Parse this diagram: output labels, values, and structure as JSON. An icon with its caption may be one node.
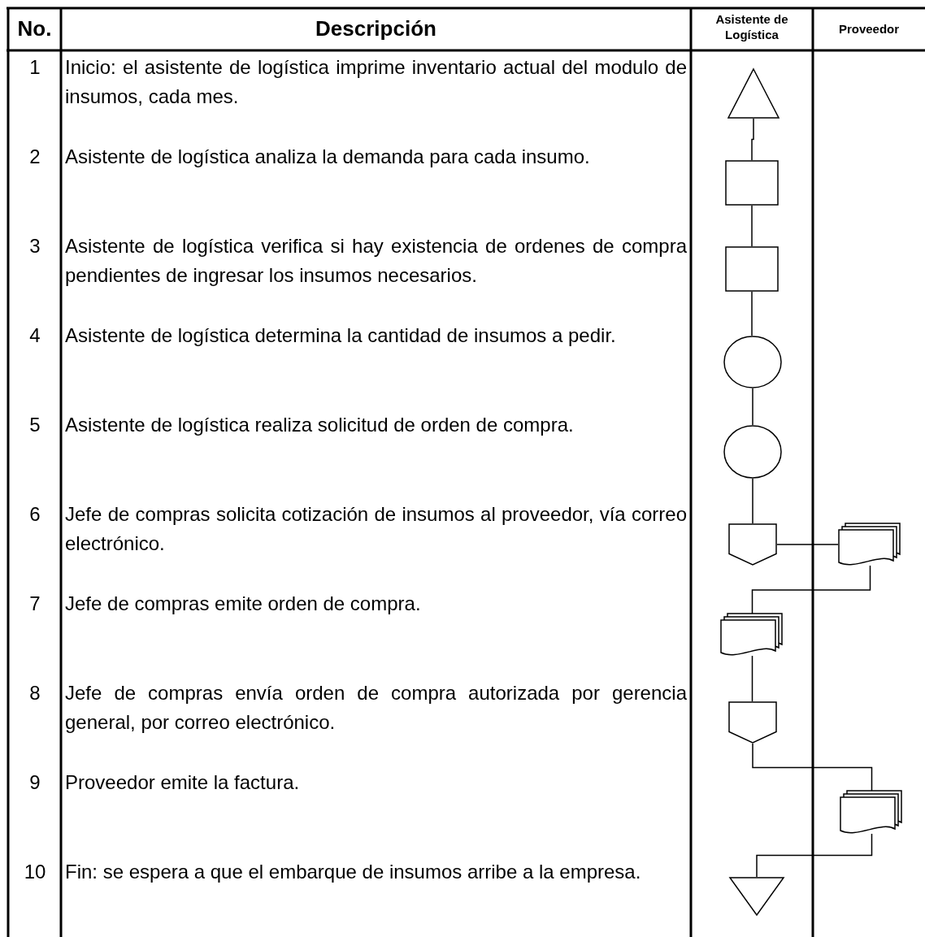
{
  "diagram": {
    "nodes": [
      {
        "text": [],
        "shape": "triangle"
      },
      {
        "text": [],
        "shape": "box"
      },
      {
        "text": [],
        "shape": "box"
      },
      {
        "text": [],
        "shape": "circle"
      },
      {
        "text": [],
        "shape": "circle"
      },
      {
        "text": [],
        "shape": "pentagon"
      },
      {
        "text": [],
        "shape": "document"
      },
      {
        "text": [],
        "shape": "document"
      },
      {
        "text": [],
        "shape": "pentagon"
      },
      {
        "text": [],
        "shape": "document"
      },
      {
        "text": [],
        "shape": "triangle"
      }
    ],
    "edges": [
      {
        "from": 0,
        "to": 1,
        "arrow": "none"
      },
      {
        "from": 1,
        "to": 2,
        "arrow": "none"
      },
      {
        "from": 2,
        "to": 3,
        "arrow": "none"
      },
      {
        "from": 3,
        "to": 4,
        "arrow": "none"
      },
      {
        "from": 4,
        "to": 5,
        "arrow": "none"
      },
      {
        "from": 5,
        "to": 6,
        "arrow": "none"
      },
      {
        "from": 6,
        "to": 7,
        "arrow": "none"
      },
      {
        "from": 7,
        "to": 8,
        "arrow": "none"
      },
      {
        "from": 8,
        "to": 9,
        "arrow": "none"
      },
      {
        "from": 9,
        "to": 10,
        "arrow": "none"
      }
    ],
    "labels": [
      "No.",
      "Descripción",
      "Asistente de Logística",
      "Proveedor",
      "1",
      "Inicio: el asistente de logística imprime inventario actual del modulo de insumos, cada mes.",
      "2",
      "Asistente de logística analiza la demanda para cada insumo.",
      "3",
      "Asistente de logística verifica si hay existencia de ordenes de compra pendientes de ingresar los insumos necesarios.",
      "4",
      "Asistente de logística determina la cantidad de insumos a pedir.",
      "5",
      "Asistente de logística realiza solicitud de orden de compra.",
      "6",
      "Jefe de compras solicita cotización de insumos al proveedor, vía correo electrónico.",
      "7",
      "Jefe de compras  emite orden de compra.",
      "8",
      "Jefe de compras envía orden de compra autorizada por gerencia general, por correo electrónico.",
      "9",
      "Proveedor emite la factura.",
      "10",
      "Fin: se espera a que el embarque de insumos arribe a la empresa."
    ]
  }
}
